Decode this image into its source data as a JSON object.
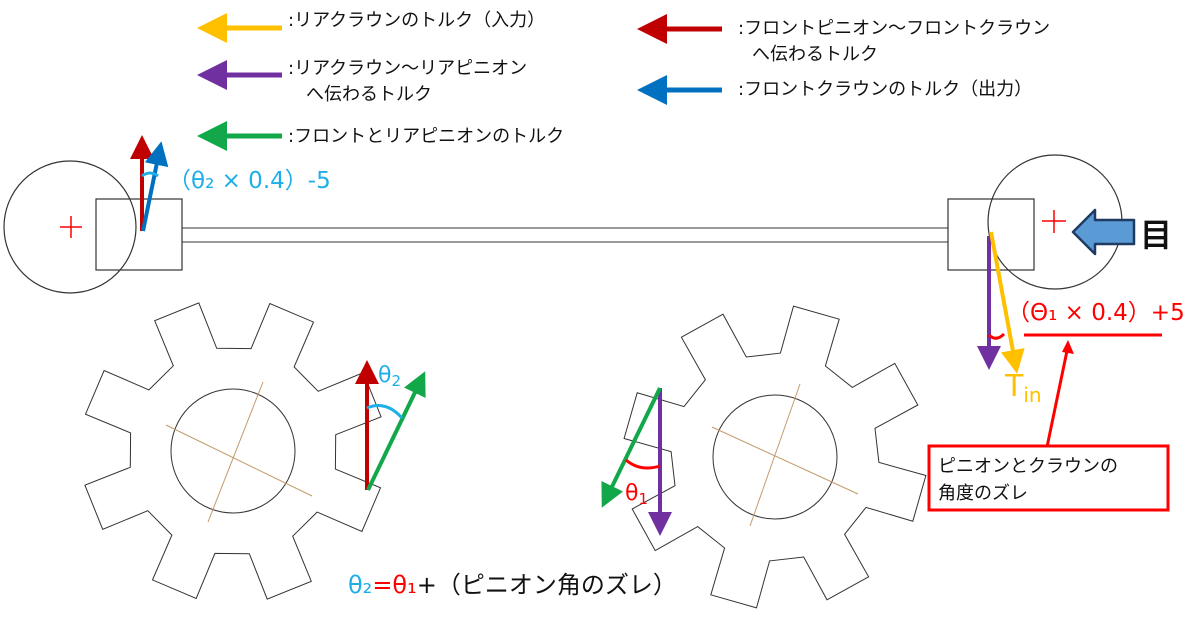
{
  "colors": {
    "orange": "#FFC000",
    "dark_red": "#C00000",
    "purple": "#7030A0",
    "green": "#12A84A",
    "blue": "#0070C0",
    "red": "#FF0000",
    "cyan": "#1EAEE8",
    "eye_blue": "#5B9BD5"
  },
  "legend": [
    {
      "color": "#FFC000",
      "lines": [
        ":リアクラウンのトルク（入力）"
      ]
    },
    {
      "color": "#7030A0",
      "lines": [
        ":リアクラウン～リアピニオン",
        "へ伝わるトルク"
      ]
    },
    {
      "color": "#12A84A",
      "lines": [
        ":フロントとリアピニオンのトルク"
      ]
    },
    {
      "color": "#C00000",
      "lines": [
        ":フロントピニオン～フロントクラウン",
        "へ伝わるトルク"
      ]
    },
    {
      "color": "#0070C0",
      "lines": [
        ":フロントクラウンのトルク（出力）"
      ]
    }
  ],
  "labels": {
    "front_angle": "（θ₂ × 0.4）-5",
    "rear_angle": "（Θ₁ × 0.4）+5",
    "tin_main": "T",
    "tin_sub": "in",
    "eye": "目",
    "theta2": "θ",
    "theta2_sub": "2",
    "theta1": "θ",
    "theta1_sub": "1",
    "callout_line1": "ピニオンとクラウンの",
    "callout_line2": "角度のズレ",
    "formula_lhs": "θ₂",
    "formula_eq": "=",
    "formula_rhs": "θ₁",
    "formula_rest": "+（ピニオン角のズレ）"
  }
}
